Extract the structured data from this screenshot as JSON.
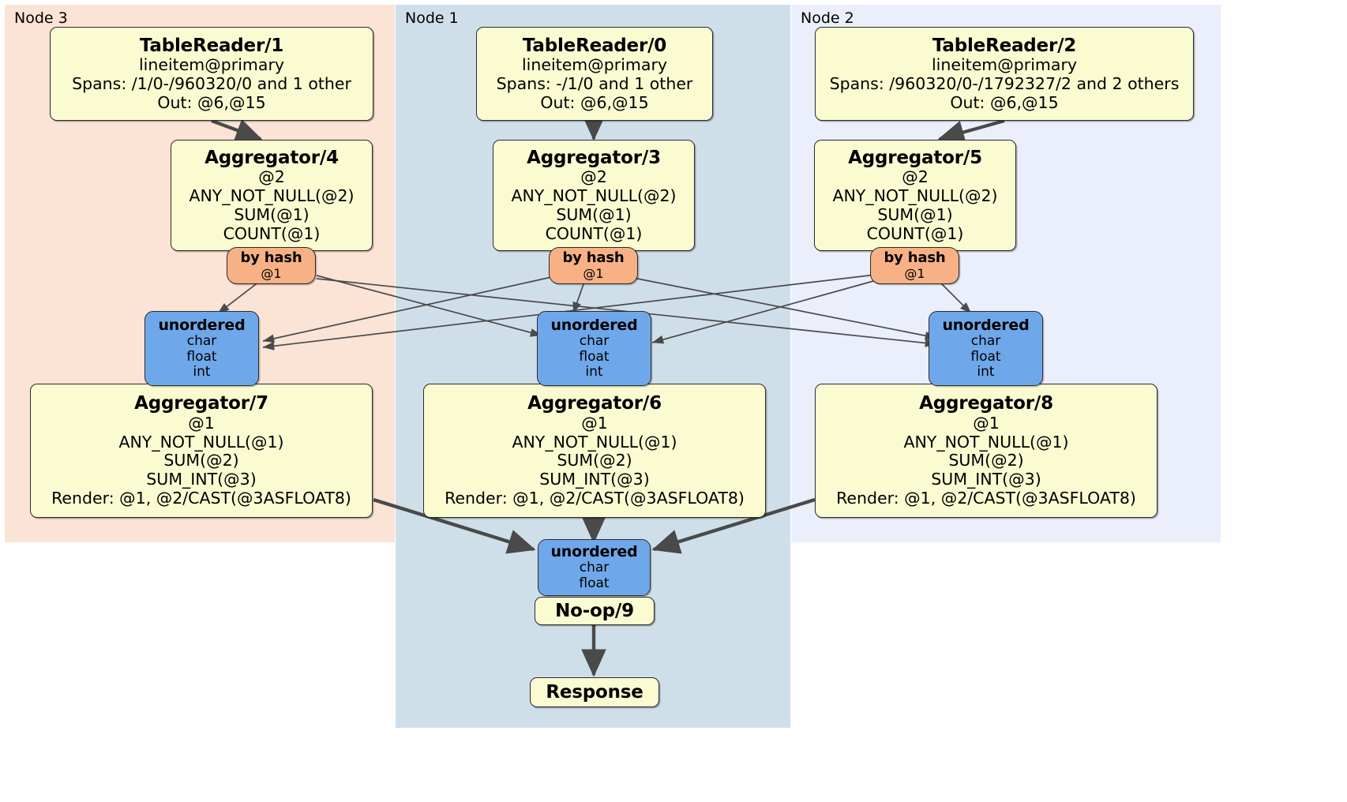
{
  "diagram": {
    "type": "distributed-query-plan",
    "title": "CockroachDB distributed SQL physical plan",
    "colors": {
      "node3_bg": "#fbe3d5",
      "node1_bg": "#cfdfea",
      "node2_bg": "#eaeffb",
      "processor_bg": "#fbfbd2",
      "router_bg": "#f7b184",
      "synchronizer_bg": "#6fa8ea",
      "border": "#2b2b2b",
      "edge": "#4a4a4a"
    }
  },
  "clusters": [
    {
      "id": "node3",
      "label": "Node 3"
    },
    {
      "id": "node1",
      "label": "Node 1"
    },
    {
      "id": "node2",
      "label": "Node 2"
    }
  ],
  "nodes": {
    "tablereader1": {
      "title": "TableReader/1",
      "lines": [
        "lineitem@primary",
        "Spans: /1/0-/960320/0 and 1 other",
        "Out: @6,@15"
      ]
    },
    "tablereader0": {
      "title": "TableReader/0",
      "lines": [
        "lineitem@primary",
        "Spans: -/1/0 and 1 other",
        "Out: @6,@15"
      ]
    },
    "tablereader2": {
      "title": "TableReader/2",
      "lines": [
        "lineitem@primary",
        "Spans: /960320/0-/1792327/2 and 2 others",
        "Out: @6,@15"
      ]
    },
    "aggregator4": {
      "title": "Aggregator/4",
      "lines": [
        "@2",
        "ANY_NOT_NULL(@2)",
        "SUM(@1)",
        "COUNT(@1)"
      ]
    },
    "aggregator3": {
      "title": "Aggregator/3",
      "lines": [
        "@2",
        "ANY_NOT_NULL(@2)",
        "SUM(@1)",
        "COUNT(@1)"
      ]
    },
    "aggregator5": {
      "title": "Aggregator/5",
      "lines": [
        "@2",
        "ANY_NOT_NULL(@2)",
        "SUM(@1)",
        "COUNT(@1)"
      ]
    },
    "byhash_left": {
      "title": "by hash",
      "lines": [
        "@1"
      ]
    },
    "byhash_center": {
      "title": "by hash",
      "lines": [
        "@1"
      ]
    },
    "byhash_right": {
      "title": "by hash",
      "lines": [
        "@1"
      ]
    },
    "unordered_left": {
      "title": "unordered",
      "lines": [
        "char",
        "float",
        "int"
      ]
    },
    "unordered_center": {
      "title": "unordered",
      "lines": [
        "char",
        "float",
        "int"
      ]
    },
    "unordered_right": {
      "title": "unordered",
      "lines": [
        "char",
        "float",
        "int"
      ]
    },
    "aggregator7": {
      "title": "Aggregator/7",
      "lines": [
        "@1",
        "ANY_NOT_NULL(@1)",
        "SUM(@2)",
        "SUM_INT(@3)",
        "Render: @1, @2/CAST(@3ASFLOAT8)"
      ]
    },
    "aggregator6": {
      "title": "Aggregator/6",
      "lines": [
        "@1",
        "ANY_NOT_NULL(@1)",
        "SUM(@2)",
        "SUM_INT(@3)",
        "Render: @1, @2/CAST(@3ASFLOAT8)"
      ]
    },
    "aggregator8": {
      "title": "Aggregator/8",
      "lines": [
        "@1",
        "ANY_NOT_NULL(@1)",
        "SUM(@2)",
        "SUM_INT(@3)",
        "Render: @1, @2/CAST(@3ASFLOAT8)"
      ]
    },
    "unordered_final": {
      "title": "unordered",
      "lines": [
        "char",
        "float"
      ]
    },
    "noop9": {
      "title": "No-op/9",
      "lines": []
    },
    "response": {
      "title": "Response",
      "lines": []
    }
  }
}
